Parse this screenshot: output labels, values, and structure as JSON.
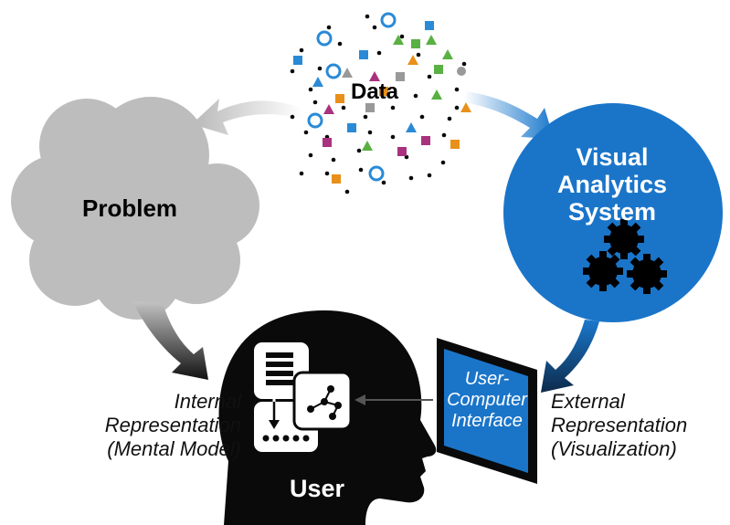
{
  "data_label": "Data",
  "problem_label": "Problem",
  "system": {
    "line1": "Visual",
    "line2": "Analytics",
    "line3": "System"
  },
  "internal": {
    "line1": "Internal",
    "line2": "Representation",
    "line3": "(Mental Model)"
  },
  "external": {
    "line1": "External",
    "line2": "Representation",
    "line3": "(Visualization)"
  },
  "interface": {
    "line1": "User-",
    "line2": "Computer",
    "line3": "Interface"
  },
  "user_label": "User",
  "colors": {
    "gray": "#bdbdbd",
    "blue": "#1a75c9",
    "black": "#0a0a0a",
    "magenta": "#a8327e",
    "green": "#59b043",
    "orange": "#e8901a",
    "light_blue": "#2a8ad6"
  }
}
